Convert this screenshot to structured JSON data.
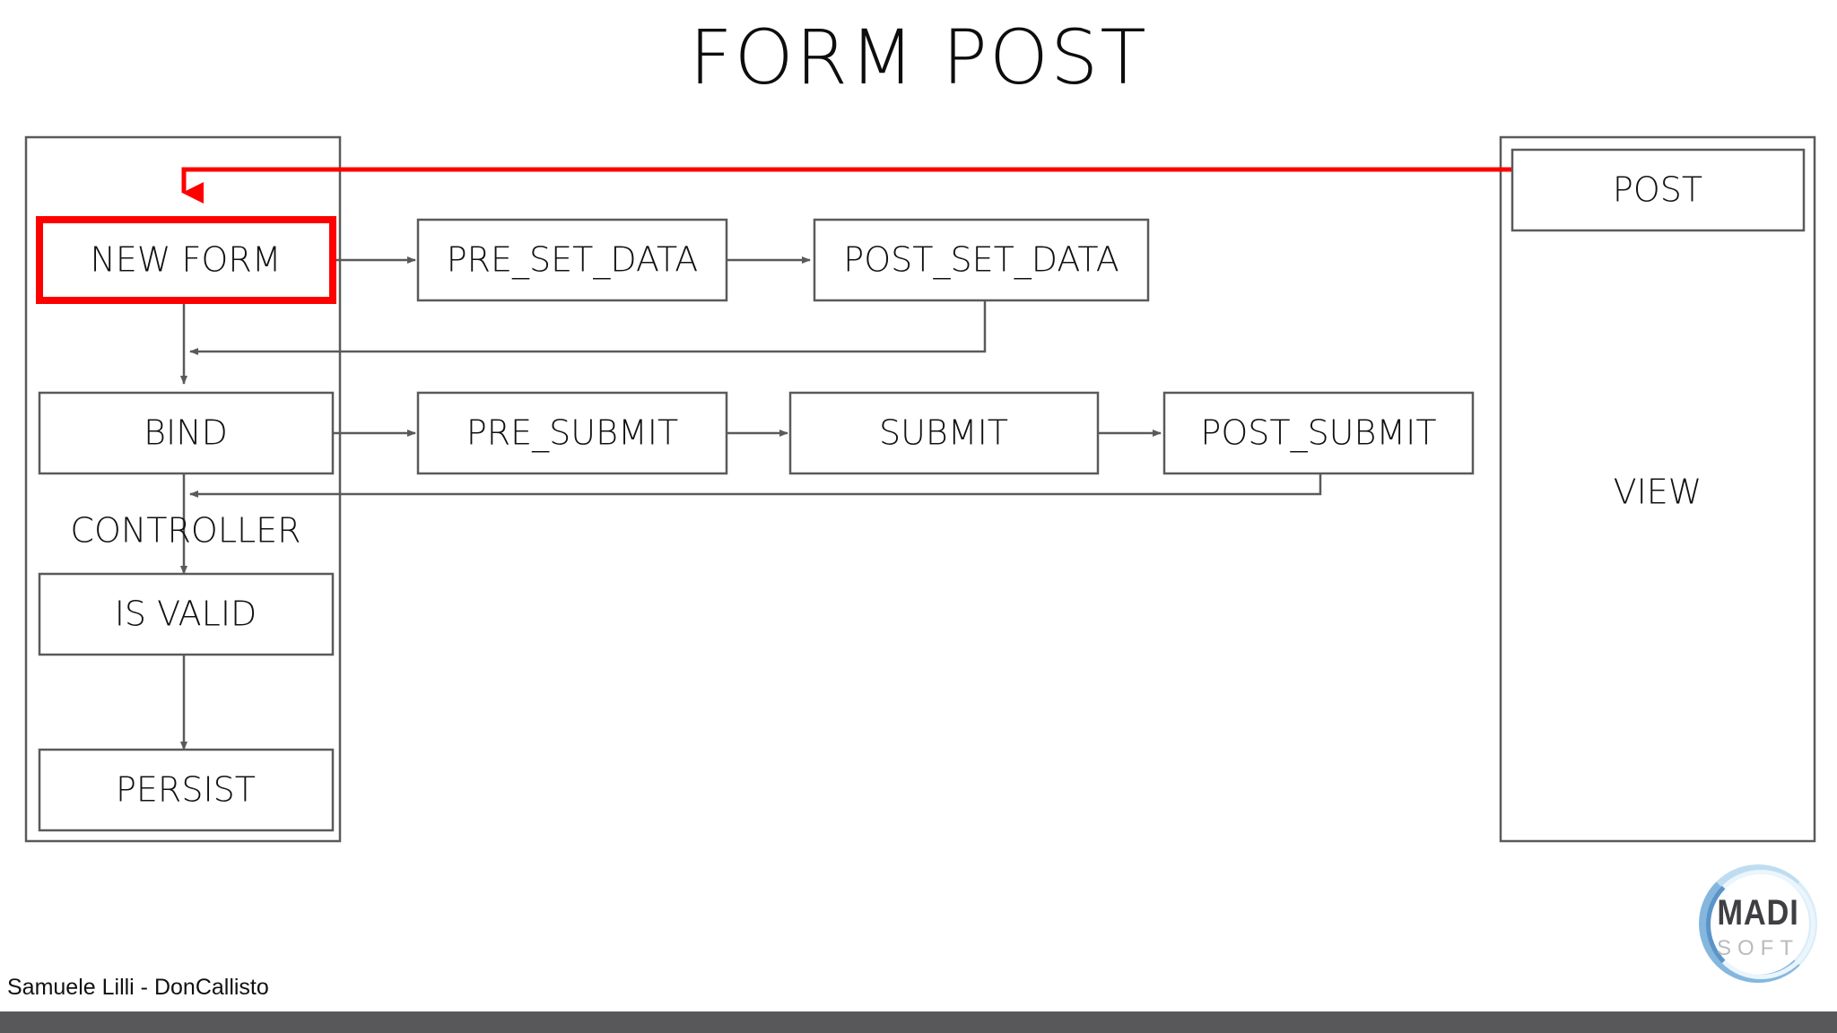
{
  "slide": {
    "title": "FORM POST",
    "footer_credit": "Samuele Lilli - DonCallisto",
    "background_color": "#ffffff",
    "footer_bar_color": "#58585a"
  },
  "logo": {
    "primary_text": "MADI",
    "secondary_text": "SOFT",
    "primary_color": "#3f3f43",
    "secondary_color": "#b9bbbd",
    "ring_color": "#7fb4dd"
  },
  "colors": {
    "box_stroke": "#5a5a5a",
    "highlight": "#ff0000",
    "text": "#111111"
  },
  "diagram": {
    "left_container_label": "",
    "right_container_label": "",
    "free_labels": [
      {
        "id": "controller",
        "text": "CONTROLLER"
      }
    ],
    "nodes": [
      {
        "id": "new-form",
        "label": "NEW FORM",
        "highlighted": true
      },
      {
        "id": "pre-set-data",
        "label": "PRE_SET_DATA",
        "highlighted": false
      },
      {
        "id": "post-set-data",
        "label": "POST_SET_DATA",
        "highlighted": false
      },
      {
        "id": "bind",
        "label": "BIND",
        "highlighted": false
      },
      {
        "id": "pre-submit",
        "label": "PRE_SUBMIT",
        "highlighted": false
      },
      {
        "id": "submit",
        "label": "SUBMIT",
        "highlighted": false
      },
      {
        "id": "post-submit",
        "label": "POST_SUBMIT",
        "highlighted": false
      },
      {
        "id": "is-valid",
        "label": "IS VALID",
        "highlighted": false
      },
      {
        "id": "persist",
        "label": "PERSIST",
        "highlighted": false
      },
      {
        "id": "post",
        "label": "POST",
        "highlighted": false
      },
      {
        "id": "view",
        "label": "VIEW",
        "highlighted": false
      }
    ],
    "edges": [
      {
        "from": "post",
        "to": "new-form",
        "color": "#ff0000"
      },
      {
        "from": "new-form",
        "to": "pre-set-data",
        "color": "#5a5a5a"
      },
      {
        "from": "pre-set-data",
        "to": "post-set-data",
        "color": "#5a5a5a"
      },
      {
        "from": "post-set-data",
        "to": "bind",
        "color": "#5a5a5a"
      },
      {
        "from": "new-form",
        "to": "bind",
        "color": "#5a5a5a"
      },
      {
        "from": "bind",
        "to": "pre-submit",
        "color": "#5a5a5a"
      },
      {
        "from": "pre-submit",
        "to": "submit",
        "color": "#5a5a5a"
      },
      {
        "from": "submit",
        "to": "post-submit",
        "color": "#5a5a5a"
      },
      {
        "from": "post-submit",
        "to": "is-valid",
        "color": "#5a5a5a"
      },
      {
        "from": "bind",
        "to": "is-valid",
        "color": "#5a5a5a"
      },
      {
        "from": "is-valid",
        "to": "persist",
        "color": "#5a5a5a"
      }
    ]
  }
}
